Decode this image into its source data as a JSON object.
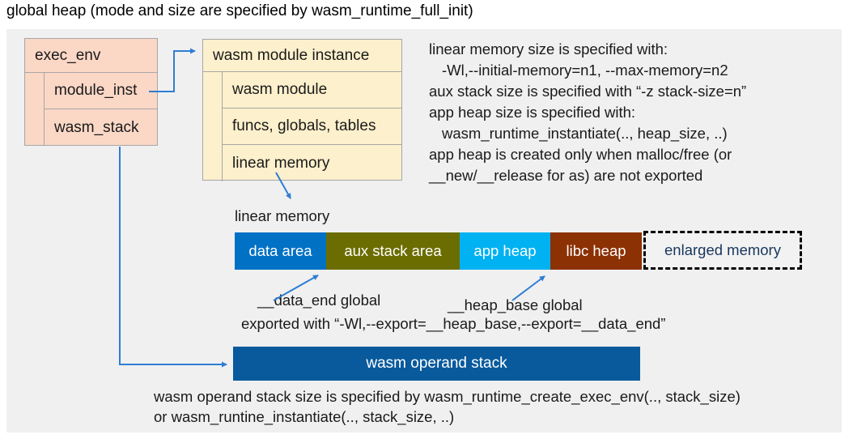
{
  "title": "global heap (mode and size are specified by wasm_runtime_full_init)",
  "exec_env": {
    "header": "exec_env",
    "rows": [
      "module_inst",
      "wasm_stack"
    ]
  },
  "module_instance": {
    "header": "wasm module instance",
    "rows": [
      "wasm module",
      "funcs, globals, tables",
      "linear memory"
    ]
  },
  "notes": {
    "lines": [
      "linear memory size is specified with:",
      "-Wl,--initial-memory=n1, --max-memory=n2",
      "aux stack size is specified with “-z stack-size=n”",
      "app heap size is specified with:",
      "wasm_runtime_instantiate(.., heap_size, ..)",
      "app heap is created only when malloc/free (or",
      "__new/__release for as) are not exported"
    ]
  },
  "linear_memory": {
    "label": "linear memory",
    "segments": [
      {
        "label": "data area",
        "color": "#0071c5"
      },
      {
        "label": "aux stack area",
        "color": "#6c6d00"
      },
      {
        "label": "app heap",
        "color": "#00b2f1"
      },
      {
        "label": "libc heap",
        "color": "#8c3103"
      }
    ],
    "enlarged": {
      "label": "enlarged memory",
      "text_color": "#17365d"
    }
  },
  "globals": {
    "data_end": "__data_end global",
    "heap_base": "__heap_base global",
    "exported": "exported with “-Wl,--export=__heap_base,--export=__data_end”"
  },
  "operand_stack": {
    "label": "wasm operand stack",
    "color": "#085a9d"
  },
  "footer": {
    "lines": [
      "wasm operand stack size is specified by wasm_runtime_create_exec_env(.., stack_size)",
      "or wasm_runtine_instantiate(.., stack_size, ..)"
    ]
  },
  "colors": {
    "panel_bg": "#f0f0f1",
    "exec_env_fill": "#fbd7c6",
    "module_instance_fill": "#fdf0cc",
    "box_border": "#a6a6a6",
    "connector_blue": "#2e7ed3",
    "enlarged_text": "#17365d"
  }
}
